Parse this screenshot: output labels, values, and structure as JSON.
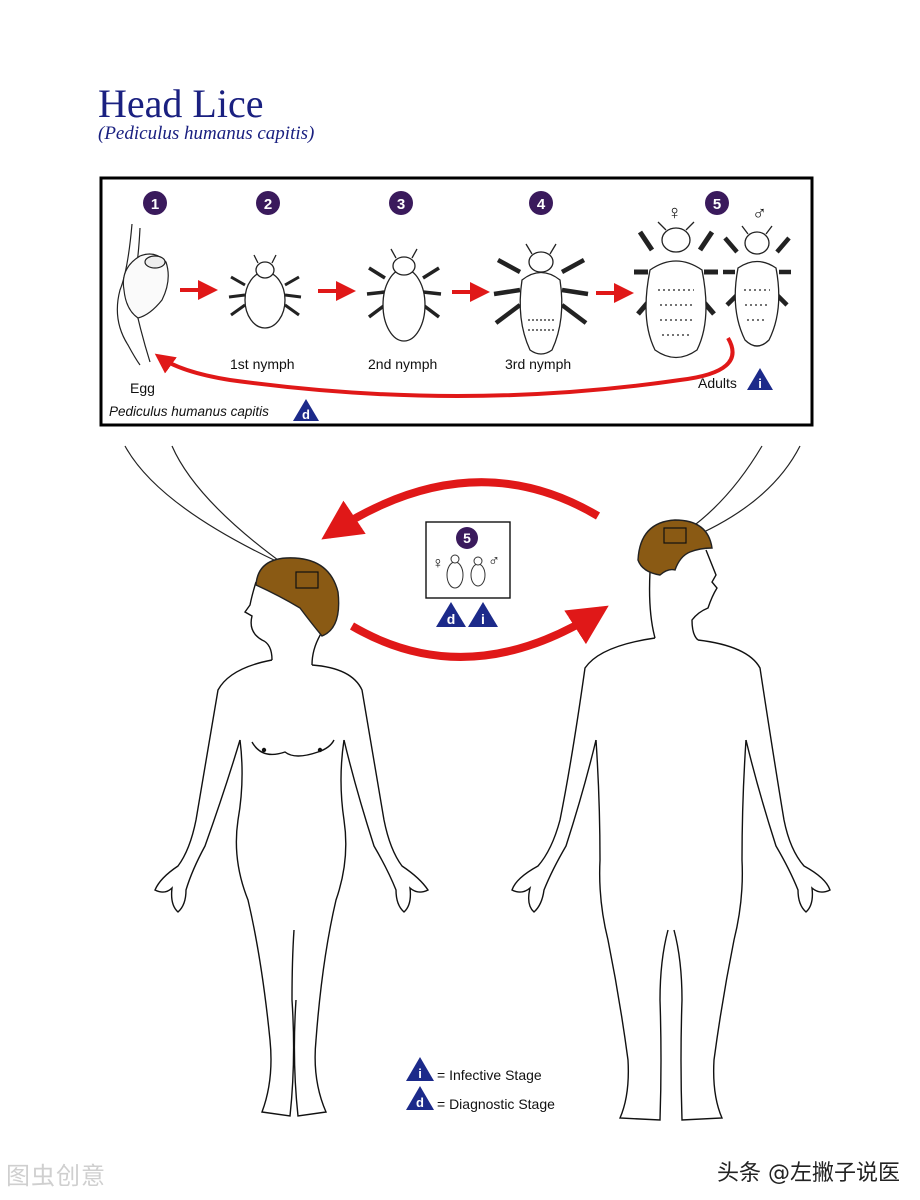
{
  "header": {
    "title": "Head Lice",
    "subtitle": "(Pediculus humanus capitis)"
  },
  "lifecycle": {
    "stages": [
      {
        "number": "1",
        "label": "Egg"
      },
      {
        "number": "2",
        "label": "1st nymph"
      },
      {
        "number": "3",
        "label": "2nd nymph"
      },
      {
        "number": "4",
        "label": "3rd nymph"
      },
      {
        "number": "5",
        "label": "Adults"
      }
    ],
    "female_symbol": "♀",
    "male_symbol": "♂",
    "species_label": "Pediculus humanus capitis",
    "adults_marker": "i",
    "species_marker": "d"
  },
  "transmission": {
    "stage_number": "5",
    "female_symbol": "♀",
    "male_symbol": "♂",
    "markers": [
      "d",
      "i"
    ]
  },
  "legend": {
    "items": [
      {
        "marker": "i",
        "text": "= Infective Stage"
      },
      {
        "marker": "d",
        "text": "= Diagnostic Stage"
      }
    ]
  },
  "watermarks": {
    "left": "图虫创意",
    "right": "头条 @左撇子说医"
  },
  "colors": {
    "title": "#1a2080",
    "circle": "#3a1a5c",
    "triangle": "#1c2a8a",
    "arrow": "#e01818",
    "hair": "#8a5a14"
  }
}
